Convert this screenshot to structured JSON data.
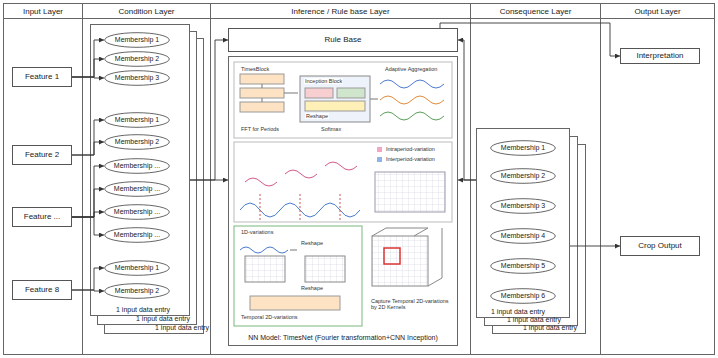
{
  "diagram": {
    "nodes": [
      {
        "text": [
          "Input Layer"
        ]
      },
      {
        "text": [
          "Condition Layer"
        ]
      },
      {
        "text": [
          "Inference / Rule base Layer"
        ]
      },
      {
        "text": [
          "Consequence Layer"
        ]
      },
      {
        "text": [
          "Output Layer"
        ]
      },
      {
        "text": [
          "Feature 1"
        ],
        "in": 0
      },
      {
        "text": [
          "Feature 2"
        ],
        "in": 0
      },
      {
        "text": [
          "Feature ..."
        ],
        "in": 0
      },
      {
        "text": [
          "Feature 8"
        ],
        "in": 0
      },
      {
        "text": [
          "1 input data entry"
        ],
        "in": 1
      },
      {
        "text": [
          "1 input data entry"
        ],
        "in": 1
      },
      {
        "text": [
          "1 input data entry"
        ],
        "in": 1
      },
      {
        "text": [
          "Membership 1"
        ],
        "in": 11
      },
      {
        "text": [
          "Membership 2"
        ],
        "in": 11
      },
      {
        "text": [
          "Membership 3"
        ],
        "in": 11
      },
      {
        "text": [
          "Membership 1"
        ],
        "in": 11
      },
      {
        "text": [
          "Membership 2"
        ],
        "in": 11
      },
      {
        "text": [
          "Membership ..."
        ],
        "in": 11
      },
      {
        "text": [
          "Membership ..."
        ],
        "in": 11
      },
      {
        "text": [
          "Membership ..."
        ],
        "in": 11
      },
      {
        "text": [
          "Membership ..."
        ],
        "in": 11
      },
      {
        "text": [
          "Membership 1"
        ],
        "in": 11
      },
      {
        "text": [
          "Membership 2"
        ],
        "in": 11
      },
      {
        "text": [
          "Rule Base"
        ],
        "in": 2
      },
      {
        "text": [
          "NN Model: TimesNet (Fourier transformation+CNN Inception)"
        ],
        "in": 2
      },
      {
        "text": [
          "1 input data entry"
        ],
        "in": 3
      },
      {
        "text": [
          "1 input data entry"
        ],
        "in": 3
      },
      {
        "text": [
          "1 input data entry"
        ],
        "in": 3
      },
      {
        "text": [
          "Membership 1"
        ],
        "in": 27
      },
      {
        "text": [
          "Membership 2"
        ],
        "in": 27
      },
      {
        "text": [
          "Membership 3"
        ],
        "in": 27
      },
      {
        "text": [
          "Membership 4"
        ],
        "in": 27
      },
      {
        "text": [
          "Membership 5"
        ],
        "in": 27
      },
      {
        "text": [
          "Membership 6"
        ],
        "in": 27
      },
      {
        "text": [
          "Interpretation"
        ],
        "in": 4
      },
      {
        "text": [
          "Crop Output"
        ],
        "in": 4
      }
    ],
    "edges": [
      {
        "from": 5,
        "to": 12,
        "arrow": "to"
      },
      {
        "from": 5,
        "to": 13,
        "arrow": "to"
      },
      {
        "from": 5,
        "to": 14,
        "arrow": "to"
      },
      {
        "from": 6,
        "to": 15,
        "arrow": "to"
      },
      {
        "from": 6,
        "to": 16,
        "arrow": "to"
      },
      {
        "from": 7,
        "to": 17,
        "arrow": "to"
      },
      {
        "from": 7,
        "to": 18,
        "arrow": "to"
      },
      {
        "from": 7,
        "to": 19,
        "arrow": "to"
      },
      {
        "from": 7,
        "to": 20,
        "arrow": "to"
      },
      {
        "from": 8,
        "to": 21,
        "arrow": "to"
      },
      {
        "from": 8,
        "to": 22,
        "arrow": "to"
      },
      {
        "from": 11,
        "to": 23,
        "arrow": "to"
      },
      {
        "from": 11,
        "to": 24,
        "arrow": "to"
      },
      {
        "from": 27,
        "to": 24,
        "arrow": "to"
      },
      {
        "from": 27,
        "to": 23,
        "arrow": "to"
      },
      {
        "from": 23,
        "to": 34,
        "arrow": "to"
      },
      {
        "from": 27,
        "to": 35,
        "arrow": "to"
      }
    ],
    "labels": [
      "TimesBlock",
      "Inception Block",
      "Reshape",
      "FFT for Periods",
      "Softmax",
      "Adaptive Aggregation",
      "Intraperiod-variation",
      "Interperiod-variation",
      "1D-variations",
      "Reshape",
      "Reshape",
      "Temporal 2D-variations",
      "Capture Temporal 2D-variations by 2D Kernels"
    ]
  }
}
